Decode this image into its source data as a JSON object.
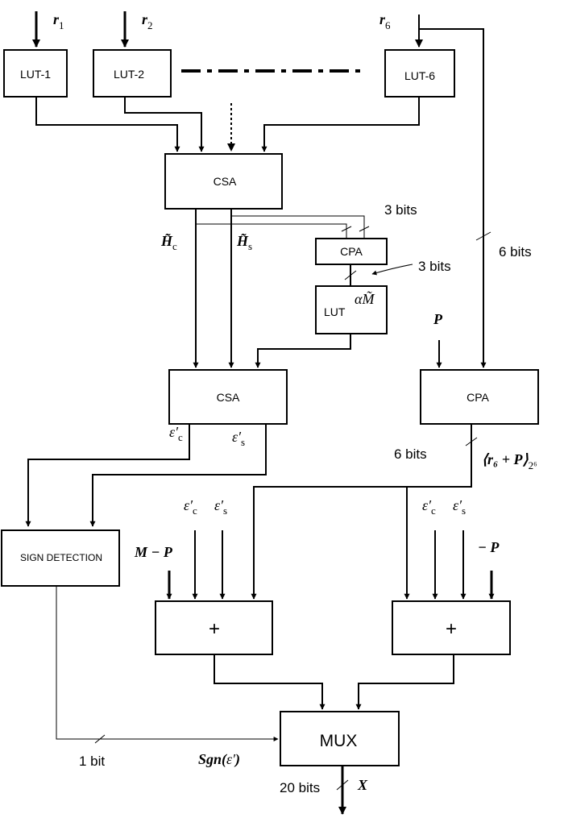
{
  "inputs": {
    "r1_base": "r",
    "r1_sub": "1",
    "r2_base": "r",
    "r2_sub": "2",
    "r6_base": "r",
    "r6_sub": "6"
  },
  "blocks": {
    "lut1": "LUT-1",
    "lut2": "LUT-2",
    "lut6": "LUT-6",
    "csa_top": "CSA",
    "cpa_small": "CPA",
    "lut_small": "LUT",
    "lut_small_tag": "αM̃",
    "csa_mid": "CSA",
    "cpa_right": "CPA",
    "sign_detection": "SIGN DETECTION",
    "adder_left": "+",
    "adder_right": "+",
    "mux": "MUX"
  },
  "signals": {
    "hc_base": "H̃",
    "hc_sub": "c",
    "hs_base": "H̃",
    "hs_sub": "s",
    "eps_c_base": "ε′",
    "eps_c_sub": "c",
    "eps_s_base": "ε′",
    "eps_s_sub": "s",
    "p_in": "P",
    "m_minus_p": "M − P",
    "minus_p": "− P",
    "r6_plus_p": "⟨r₆ + P⟩",
    "r6_plus_p_sub": "2⁶",
    "sgn": "Sgn(ε′)",
    "x_out": "X"
  },
  "bit_labels": {
    "three_bits_top": "3 bits",
    "three_bits_mid": "3 bits",
    "six_bits_right": "6 bits",
    "six_bits_mid": "6 bits",
    "one_bit": "1 bit",
    "twenty_bits": "20 bits"
  }
}
